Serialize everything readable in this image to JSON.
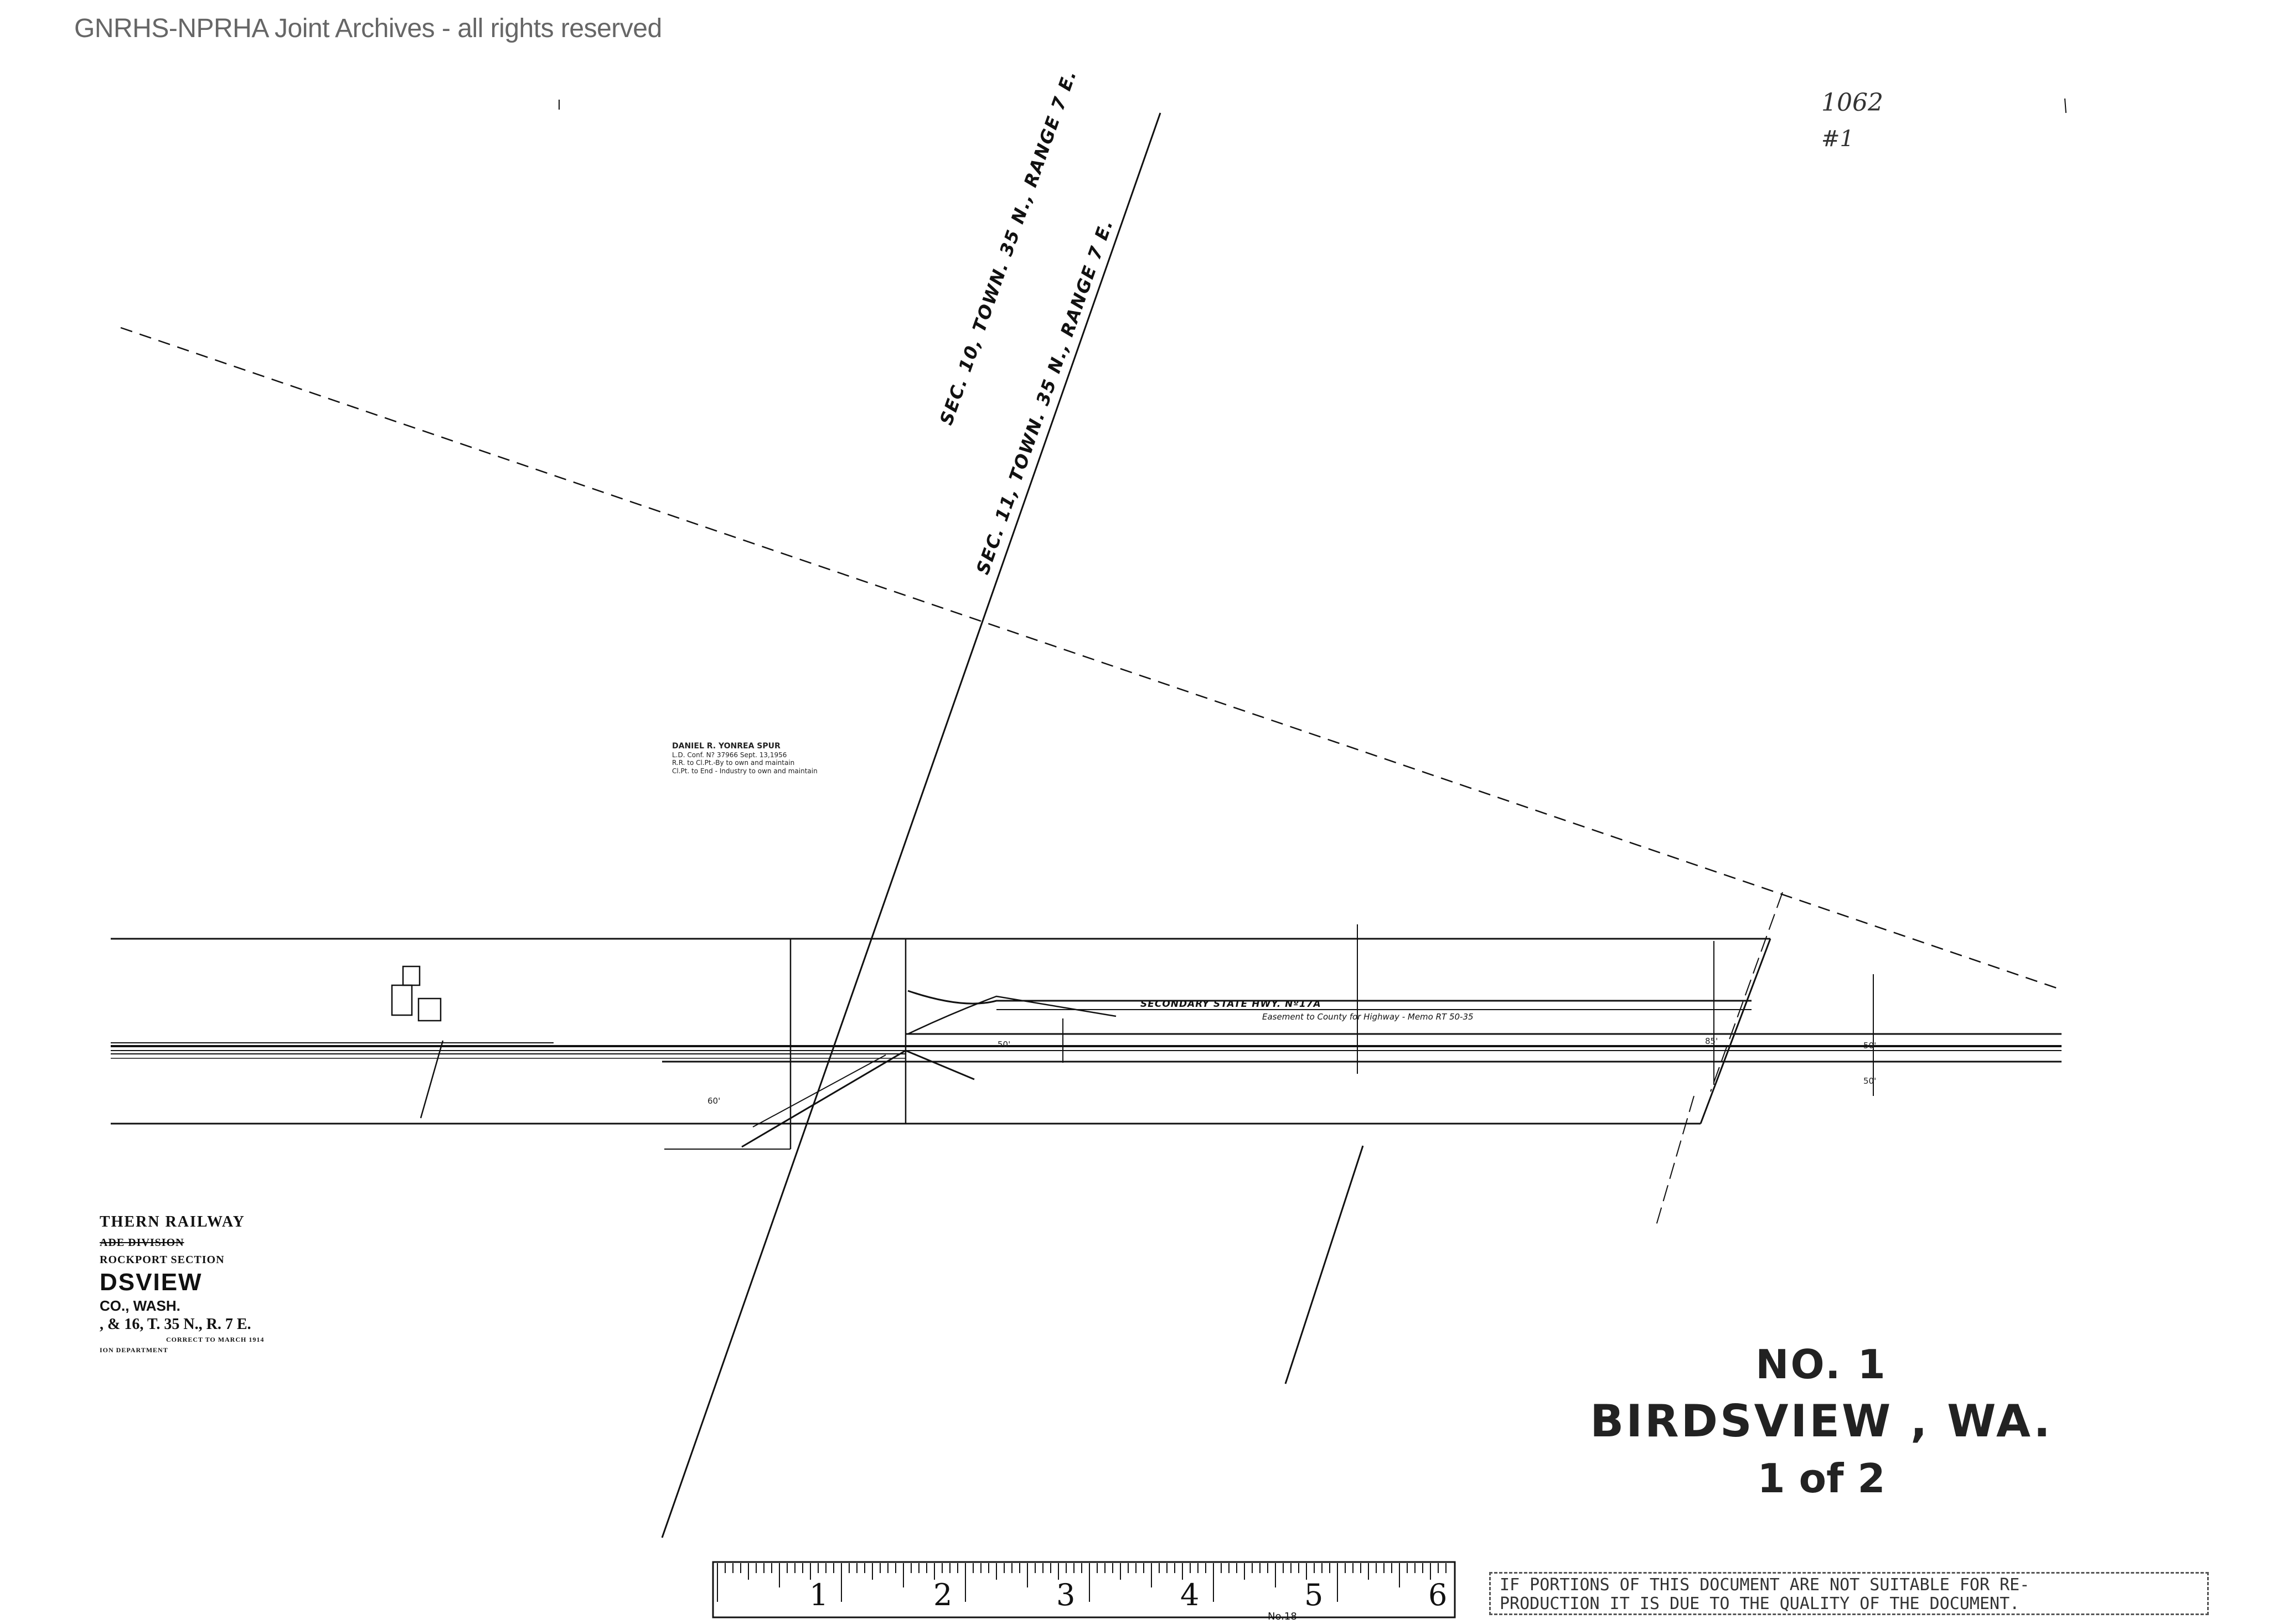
{
  "archive": {
    "title": "GNRHS-NPRHA Joint Archives - all rights reserved"
  },
  "handwritten": {
    "sheet_ref": "1062",
    "sheet_num": "#1"
  },
  "section_lines": {
    "sec10": "SEC. 10, TOWN. 35 N., RANGE 7 E.",
    "sec11": "SEC. 11, TOWN. 35 N., RANGE 7 E."
  },
  "spur_note": {
    "line1": "DANIEL R. YONREA SPUR",
    "line2": "L.D. Conf. N? 37966    Sept. 13,1956",
    "line3": "R.R. to Cl.Pt.-By to own and maintain",
    "line4": "Cl.Pt. to End - Industry to own and maintain"
  },
  "highway": {
    "label": "SECONDARY STATE HWY. Nº17A",
    "easement": "Easement to County for Highway - Memo RT 50-35"
  },
  "legend": {
    "railway": "THERN RAILWAY",
    "division": "ADE DIVISION",
    "section": "ROCKPORT SECTION",
    "station": "DSVIEW",
    "county": "CO.,   WASH.",
    "township": ", & 16, T. 35 N., R. 7 E.",
    "correct": "CORRECT TO MARCH 1914",
    "department": "ION   DEPARTMENT"
  },
  "title_block": {
    "number": "NO. 1",
    "station": "BIRDSVIEW , WA.",
    "sheet": "1 of 2"
  },
  "ruler": {
    "numbers": [
      "1",
      "2",
      "3",
      "4",
      "5",
      "6"
    ],
    "model": "No.18"
  },
  "notice": {
    "line1": "IF PORTIONS OF THIS DOCUMENT ARE NOT SUITABLE FOR RE-",
    "line2": "PRODUCTION IT IS DUE TO THE QUALITY OF THE DOCUMENT."
  },
  "dimensions": {
    "d50a": "50'",
    "d50b": "50'",
    "d50c": "50'",
    "d85": "85'",
    "d60": "60'"
  }
}
